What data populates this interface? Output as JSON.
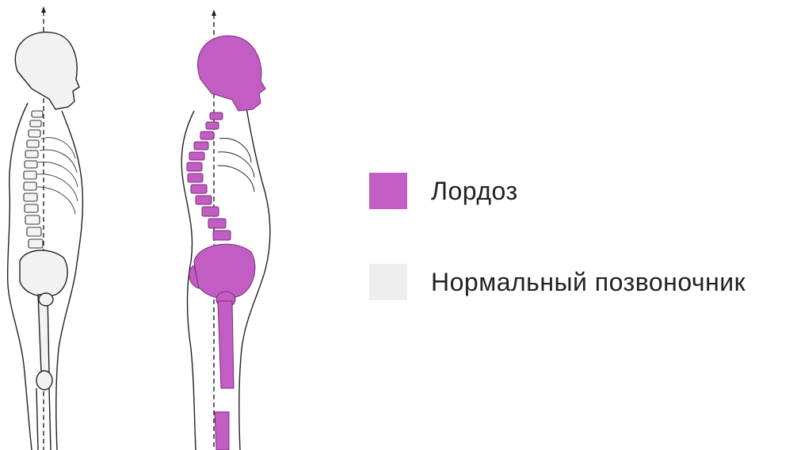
{
  "legend": {
    "items": [
      {
        "label": "Лордоз",
        "color": "#c25dc4"
      },
      {
        "label": "Нормальный позвоночник",
        "color": "#eeeeee"
      }
    ]
  },
  "figures": [
    {
      "name": "normal-spine-figure",
      "highlight": "#dcdcdc"
    },
    {
      "name": "lordosis-figure",
      "highlight": "#c25dc4"
    }
  ]
}
